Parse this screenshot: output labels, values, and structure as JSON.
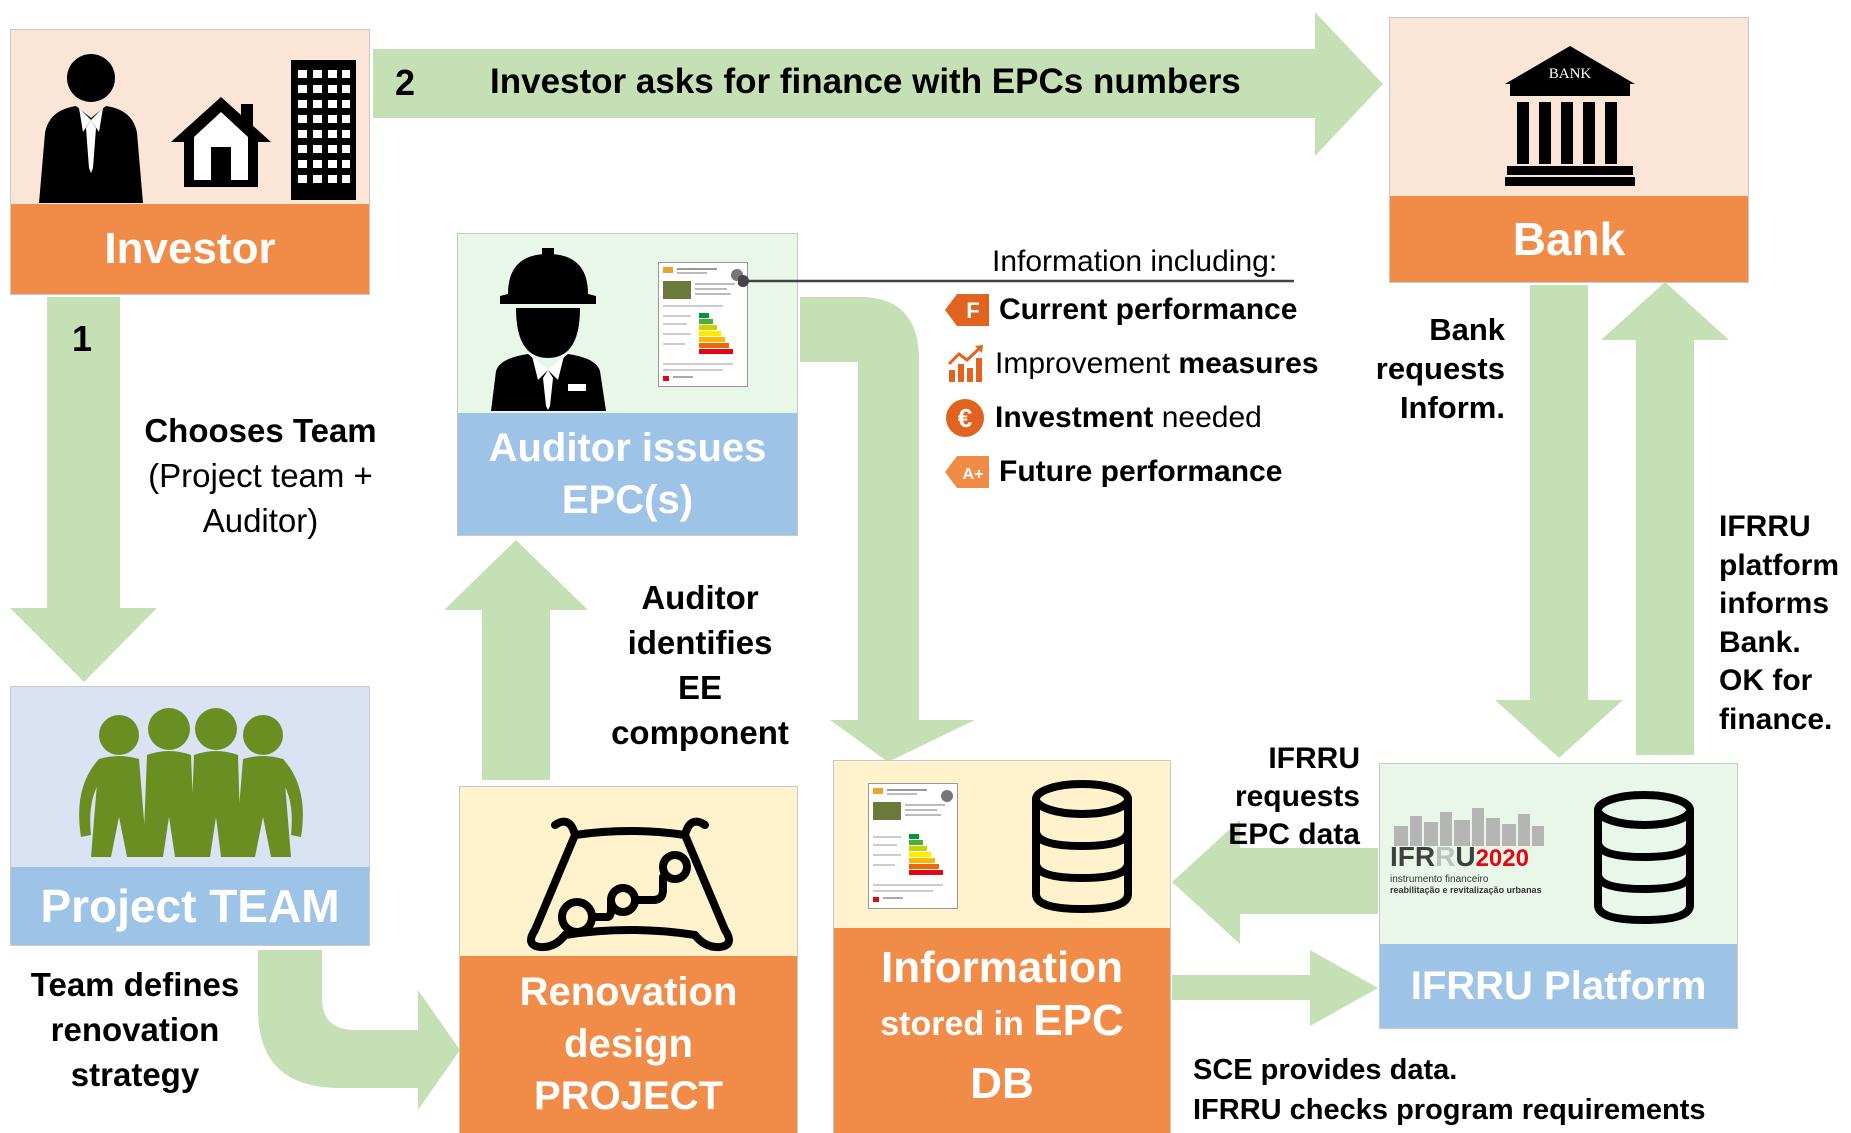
{
  "colors": {
    "arrow": "#c5e0b4",
    "orange": "#f08c47",
    "peach": "#fbe5d6",
    "mint": "#e9f7e9",
    "blue": "#9dc3e6",
    "lavender": "#dae3f3",
    "cream": "#fff2cc",
    "icon_green": "#6b8e23"
  },
  "investor": {
    "label": "Investor",
    "icons": [
      "businessman-icon",
      "house-icon",
      "building-icon"
    ]
  },
  "bank": {
    "label": "Bank",
    "sign": "BANK",
    "icon": "bank-icon"
  },
  "auditor": {
    "label_line1": "Auditor issues",
    "label_line2": "EPC(s)",
    "icon": "engineer-icon"
  },
  "project_team": {
    "label": "Project TEAM",
    "icon": "team-icon"
  },
  "renovation": {
    "label_line1": "Renovation",
    "label_line2": "design",
    "label_line3": "PROJECT",
    "icon": "blueprint-icon"
  },
  "epc_db": {
    "label_line1": "Information",
    "label_line2a": "stored in ",
    "label_line2b": "EPC",
    "label_line3": "DB",
    "icon": "database-icon"
  },
  "ifrru": {
    "label": "IFRRU Platform",
    "icon": "database-icon",
    "logo": {
      "ifr": "IFR",
      "r": "R",
      "u": "U",
      "year": "2020",
      "line1": "instrumento financeiro",
      "line2": "reabilitação e revitalização urbanas"
    }
  },
  "steps": {
    "step1": "1",
    "step2": "2",
    "investor_asks": "Investor asks for finance with EPCs numbers",
    "chooses_team": "Chooses Team",
    "chooses_team_sub1": "(Project team +",
    "chooses_team_sub2": "Auditor)",
    "team_defines_1": "Team defines",
    "team_defines_2": "renovation",
    "team_defines_3": "strategy",
    "auditor_ident_1": "Auditor",
    "auditor_ident_2": "identifies",
    "auditor_ident_3": "EE",
    "auditor_ident_4": "component",
    "bank_requests_1": "Bank",
    "bank_requests_2": "requests",
    "bank_requests_3": "Inform.",
    "ifrru_informs_1": "IFRRU",
    "ifrru_informs_2": "platform",
    "ifrru_informs_3": "informs",
    "ifrru_informs_4": "Bank.",
    "ifrru_informs_5": "OK for",
    "ifrru_informs_6": "finance.",
    "ifrru_requests_1": "IFRRU",
    "ifrru_requests_2": "requests",
    "ifrru_requests_3": "EPC data",
    "sce_provides": "SCE provides data.",
    "ifrru_checks": "IFRRU checks program requirements"
  },
  "info": {
    "header": "Information including:",
    "items": [
      {
        "icon": "rating-f-icon",
        "glyph": "F",
        "bold": "Current performance",
        "normal": ""
      },
      {
        "icon": "chart-growth-icon",
        "glyph": "",
        "bold": "",
        "normal": "Improvement ",
        "bold_after": "measures"
      },
      {
        "icon": "euro-icon",
        "glyph": "€",
        "bold": "Investment",
        "normal": " needed"
      },
      {
        "icon": "rating-a-plus-icon",
        "glyph": "A+",
        "bold": "Future performance",
        "normal": ""
      }
    ]
  }
}
